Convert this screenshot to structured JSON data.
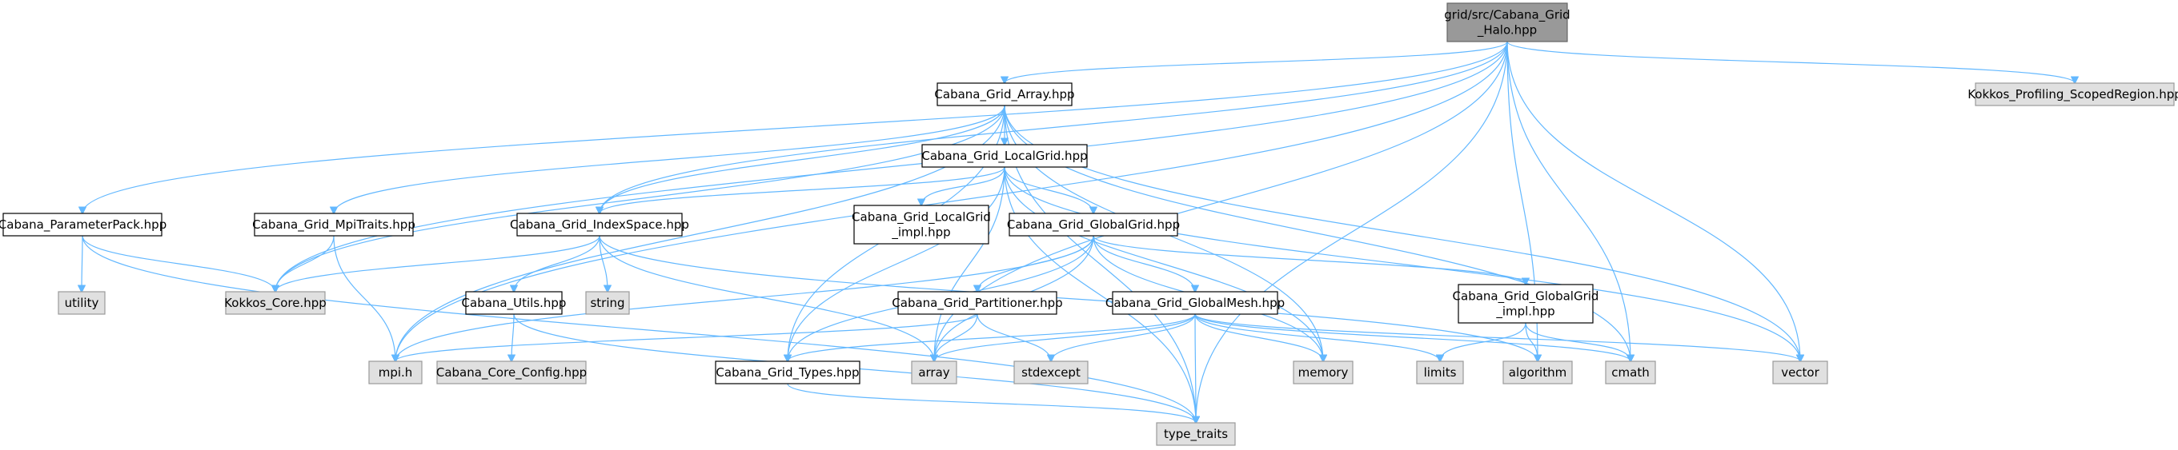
{
  "graph": {
    "nodes": [
      {
        "id": "halo",
        "label": [
          "grid/src/Cabana_Grid",
          "_Halo.hpp"
        ],
        "kind": "root"
      },
      {
        "id": "array_hpp",
        "label": [
          "Cabana_Grid_Array.hpp"
        ],
        "kind": "local"
      },
      {
        "id": "kokkos_prof",
        "label": [
          "Kokkos_Profiling_ScopedRegion.hpp"
        ],
        "kind": "sys"
      },
      {
        "id": "param_pack",
        "label": [
          "Cabana_ParameterPack.hpp"
        ],
        "kind": "local"
      },
      {
        "id": "mpitraits",
        "label": [
          "Cabana_Grid_MpiTraits.hpp"
        ],
        "kind": "local"
      },
      {
        "id": "localgrid",
        "label": [
          "Cabana_Grid_LocalGrid.hpp"
        ],
        "kind": "local"
      },
      {
        "id": "indexspace",
        "label": [
          "Cabana_Grid_IndexSpace.hpp"
        ],
        "kind": "local"
      },
      {
        "id": "localgrid_impl",
        "label": [
          "Cabana_Grid_LocalGrid",
          "_impl.hpp"
        ],
        "kind": "local"
      },
      {
        "id": "globalgrid",
        "label": [
          "Cabana_Grid_GlobalGrid.hpp"
        ],
        "kind": "local"
      },
      {
        "id": "utility",
        "label": [
          "utility"
        ],
        "kind": "sys"
      },
      {
        "id": "kokkos_core",
        "label": [
          "Kokkos_Core.hpp"
        ],
        "kind": "sys"
      },
      {
        "id": "utils",
        "label": [
          "Cabana_Utils.hpp"
        ],
        "kind": "local"
      },
      {
        "id": "string",
        "label": [
          "string"
        ],
        "kind": "sys"
      },
      {
        "id": "partitioner",
        "label": [
          "Cabana_Grid_Partitioner.hpp"
        ],
        "kind": "local"
      },
      {
        "id": "globalmesh",
        "label": [
          "Cabana_Grid_GlobalMesh.hpp"
        ],
        "kind": "local"
      },
      {
        "id": "globalgrid_impl",
        "label": [
          "Cabana_Grid_GlobalGrid",
          "_impl.hpp"
        ],
        "kind": "local"
      },
      {
        "id": "mpi_h",
        "label": [
          "mpi.h"
        ],
        "kind": "sys"
      },
      {
        "id": "core_config",
        "label": [
          "Cabana_Core_Config.hpp"
        ],
        "kind": "sys"
      },
      {
        "id": "types",
        "label": [
          "Cabana_Grid_Types.hpp"
        ],
        "kind": "local"
      },
      {
        "id": "array",
        "label": [
          "array"
        ],
        "kind": "sys"
      },
      {
        "id": "stdexcept",
        "label": [
          "stdexcept"
        ],
        "kind": "sys"
      },
      {
        "id": "memory",
        "label": [
          "memory"
        ],
        "kind": "sys"
      },
      {
        "id": "limits",
        "label": [
          "limits"
        ],
        "kind": "sys"
      },
      {
        "id": "algorithm",
        "label": [
          "algorithm"
        ],
        "kind": "sys"
      },
      {
        "id": "cmath",
        "label": [
          "cmath"
        ],
        "kind": "sys"
      },
      {
        "id": "vector",
        "label": [
          "vector"
        ],
        "kind": "sys"
      },
      {
        "id": "type_traits",
        "label": [
          "type_traits"
        ],
        "kind": "sys"
      }
    ],
    "edges": [
      [
        "halo",
        "array_hpp"
      ],
      [
        "halo",
        "kokkos_prof"
      ],
      [
        "halo",
        "param_pack"
      ],
      [
        "halo",
        "mpi_h"
      ],
      [
        "halo",
        "kokkos_core"
      ],
      [
        "halo",
        "indexspace"
      ],
      [
        "halo",
        "array"
      ],
      [
        "halo",
        "algorithm"
      ],
      [
        "halo",
        "cmath"
      ],
      [
        "halo",
        "vector"
      ],
      [
        "halo",
        "type_traits"
      ],
      [
        "array_hpp",
        "localgrid"
      ],
      [
        "array_hpp",
        "mpitraits"
      ],
      [
        "array_hpp",
        "indexspace"
      ],
      [
        "array_hpp",
        "kokkos_core"
      ],
      [
        "array_hpp",
        "mpi_h"
      ],
      [
        "array_hpp",
        "types"
      ],
      [
        "array_hpp",
        "memory"
      ],
      [
        "array_hpp",
        "cmath"
      ],
      [
        "array_hpp",
        "vector"
      ],
      [
        "array_hpp",
        "type_traits"
      ],
      [
        "param_pack",
        "utility"
      ],
      [
        "param_pack",
        "kokkos_core"
      ],
      [
        "param_pack",
        "type_traits"
      ],
      [
        "mpitraits",
        "kokkos_core"
      ],
      [
        "mpitraits",
        "mpi_h"
      ],
      [
        "localgrid",
        "indexspace"
      ],
      [
        "localgrid",
        "localgrid_impl"
      ],
      [
        "localgrid",
        "globalgrid"
      ],
      [
        "localgrid",
        "types"
      ],
      [
        "localgrid",
        "array"
      ],
      [
        "localgrid",
        "memory"
      ],
      [
        "localgrid",
        "vector"
      ],
      [
        "localgrid",
        "type_traits"
      ],
      [
        "indexspace",
        "kokkos_core"
      ],
      [
        "indexspace",
        "utils"
      ],
      [
        "indexspace",
        "string"
      ],
      [
        "indexspace",
        "array"
      ],
      [
        "indexspace",
        "algorithm"
      ],
      [
        "globalgrid",
        "partitioner"
      ],
      [
        "globalgrid",
        "globalmesh"
      ],
      [
        "globalgrid",
        "globalgrid_impl"
      ],
      [
        "globalgrid",
        "mpi_h"
      ],
      [
        "globalgrid",
        "types"
      ],
      [
        "globalgrid",
        "array"
      ],
      [
        "globalgrid",
        "memory"
      ],
      [
        "utils",
        "core_config"
      ],
      [
        "utils",
        "type_traits"
      ],
      [
        "partitioner",
        "mpi_h"
      ],
      [
        "partitioner",
        "array"
      ],
      [
        "partitioner",
        "stdexcept"
      ],
      [
        "globalmesh",
        "types"
      ],
      [
        "globalmesh",
        "array"
      ],
      [
        "globalmesh",
        "stdexcept"
      ],
      [
        "globalmesh",
        "memory"
      ],
      [
        "globalmesh",
        "limits"
      ],
      [
        "globalmesh",
        "cmath"
      ],
      [
        "globalmesh",
        "vector"
      ],
      [
        "globalmesh",
        "type_traits"
      ],
      [
        "globalgrid_impl",
        "limits"
      ],
      [
        "globalgrid_impl",
        "algorithm"
      ],
      [
        "globalgrid_impl",
        "cmath"
      ],
      [
        "types",
        "type_traits"
      ]
    ]
  },
  "colors": {
    "root_fill": "#999999",
    "edge": "#63b8ff",
    "sys_fill": "#e0e0e0",
    "local_fill": "#ffffff"
  }
}
